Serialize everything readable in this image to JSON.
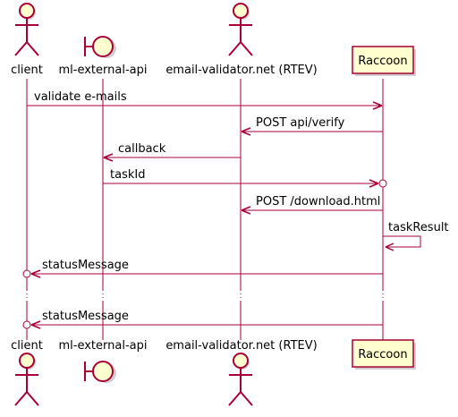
{
  "colors": {
    "line": "#A80036",
    "actor_fill": "#FEFECE",
    "shadow": "#cfcfcf",
    "lifeline": "#A80036",
    "text": "#000000"
  },
  "participants": [
    {
      "id": "client",
      "label": "client",
      "kind": "actor"
    },
    {
      "id": "api",
      "label": "ml-external-api",
      "kind": "boundary"
    },
    {
      "id": "ev",
      "label": "email-validator.net (RTEV)",
      "kind": "actor"
    },
    {
      "id": "raccoon",
      "label": "Raccoon",
      "kind": "participant"
    }
  ],
  "messages": [
    {
      "from": "client",
      "to": "raccoon",
      "label": "validate e-mails",
      "head": "arrow"
    },
    {
      "from": "raccoon",
      "to": "ev",
      "label": "POST api/verify",
      "head": "arrow"
    },
    {
      "from": "ev",
      "to": "api",
      "label": "callback",
      "head": "arrow"
    },
    {
      "from": "api",
      "to": "raccoon",
      "label": "taskId",
      "head": "arrow-circle"
    },
    {
      "from": "raccoon",
      "to": "ev",
      "label": "POST /download.html",
      "head": "arrow"
    },
    {
      "from": "raccoon",
      "to": "raccoon",
      "label": "taskResult",
      "head": "self"
    },
    {
      "from": "raccoon",
      "to": "client",
      "label": "statusMessage",
      "head": "arrow-circle"
    },
    {
      "from": "raccoon",
      "to": "client",
      "label": "statusMessage",
      "head": "arrow-circle"
    }
  ]
}
